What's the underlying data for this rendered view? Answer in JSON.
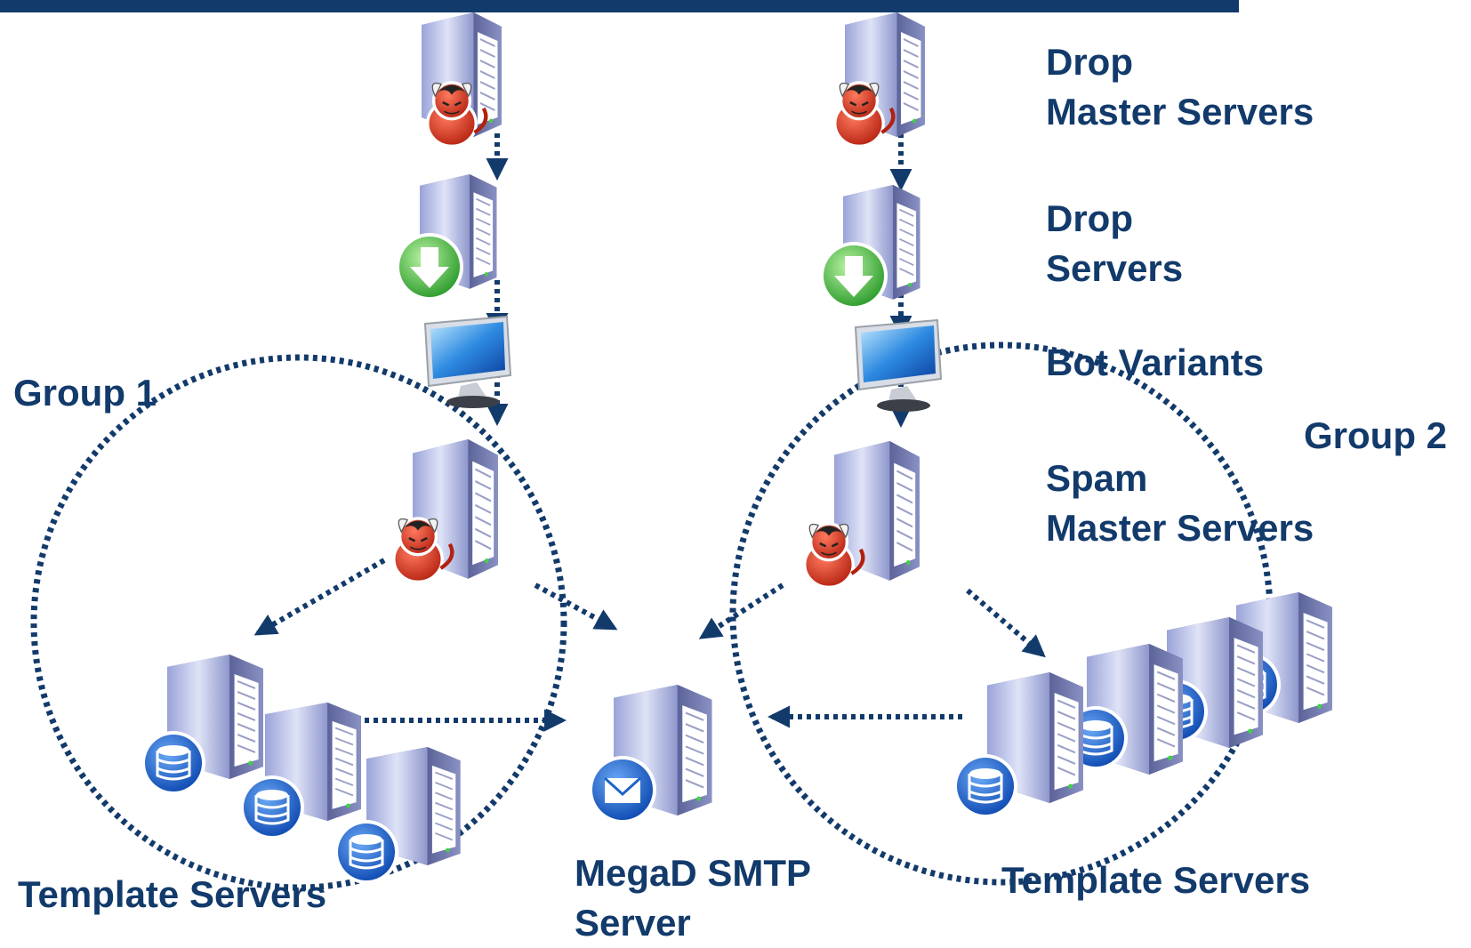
{
  "colors": {
    "accent": "#123a6b",
    "server_body": "#b7bee8",
    "devil": "#d63a24",
    "download": "#3bb53a",
    "database": "#1f64c8",
    "mail": "#1f64c8"
  },
  "icons": {
    "drop_master": "devil-badge-server-icon",
    "drop": "download-arrow-server-icon",
    "bot": "monitor-icon",
    "spam_master": "devil-badge-server-icon",
    "template": "database-server-icon",
    "smtp": "mail-envelope-server-icon"
  },
  "labels": {
    "drop_master": [
      "Drop",
      "Master Servers"
    ],
    "drop": [
      "Drop",
      "Servers"
    ],
    "bot_variants": "Bot Variants",
    "spam_master": [
      "Spam",
      "Master Servers"
    ],
    "group1": "Group 1",
    "group2": "Group 2",
    "template_left": "Template Servers",
    "template_right": "Template Servers",
    "smtp": [
      "MegaD SMTP",
      "Server"
    ]
  }
}
